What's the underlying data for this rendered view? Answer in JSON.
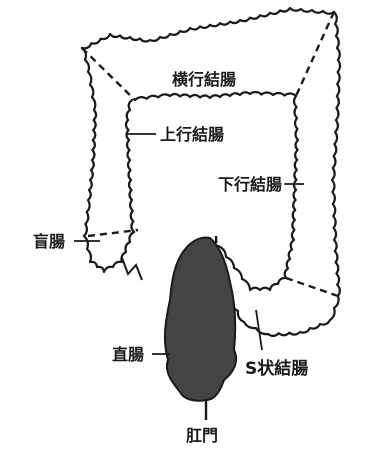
{
  "labels": {
    "transverse_colon": "横行結腸",
    "ascending_colon": "上行結腸",
    "descending_colon": "下行結腸",
    "cecum": "盲腸",
    "rectum": "直腸",
    "sigmoid_colon": "S状結腸",
    "anus": "肛門"
  },
  "colors": {
    "outline": "#1a1a1a",
    "rectum_fill": "#444444",
    "background": "#ffffff"
  }
}
